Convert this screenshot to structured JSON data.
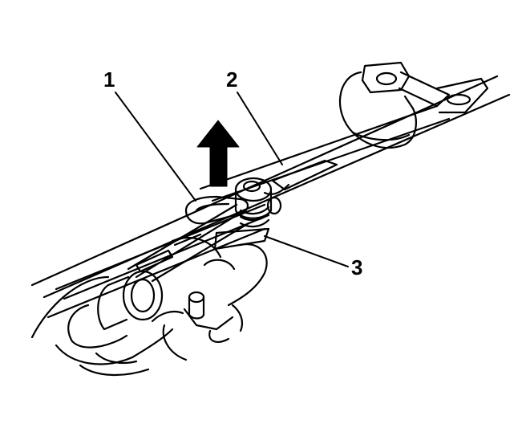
{
  "callouts": [
    {
      "number": "1"
    },
    {
      "number": "2"
    },
    {
      "number": "3"
    }
  ],
  "colors": {
    "line": "#000000",
    "background": "#ffffff"
  },
  "icons": {
    "direction_arrow": "up-arrow-icon"
  }
}
